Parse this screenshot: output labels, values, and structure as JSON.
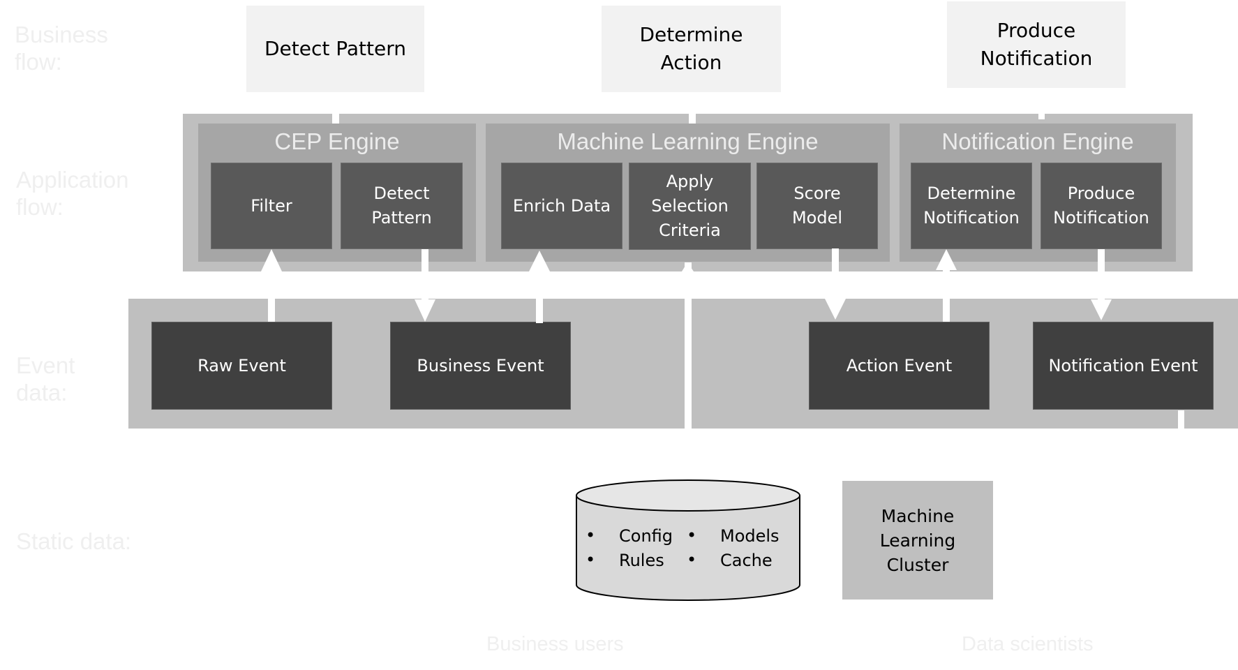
{
  "row_labels": {
    "business_flow": "Business\nflow:",
    "application_flow": "Application\nflow:",
    "event_data": "Event\ndata:",
    "static_data": "Static data:"
  },
  "business_flow": [
    {
      "label": "Detect Pattern"
    },
    {
      "label": "Determine\nAction"
    },
    {
      "label": "Produce\nNotification"
    }
  ],
  "engines": [
    {
      "title": "CEP Engine",
      "steps": [
        {
          "label": "Filter"
        },
        {
          "label": "Detect\nPattern"
        }
      ]
    },
    {
      "title": "Machine Learning Engine",
      "steps": [
        {
          "label": "Enrich Data"
        },
        {
          "label": "Apply\nSelection\nCriteria"
        },
        {
          "label": "Score\nModel"
        }
      ]
    },
    {
      "title": "Notification Engine",
      "steps": [
        {
          "label": "Determine\nNotification"
        },
        {
          "label": "Produce\nNotification"
        }
      ]
    }
  ],
  "events": [
    {
      "label": "Raw Event"
    },
    {
      "label": "Business Event"
    },
    {
      "label": "Action Event"
    },
    {
      "label": "Notification Event"
    }
  ],
  "static_data": {
    "datastore_items_left": [
      "Config",
      "Rules"
    ],
    "datastore_items_right": [
      "Models",
      "Cache"
    ],
    "bullet": "•",
    "cluster_label": "Machine\nLearning\nCluster"
  },
  "actors": {
    "business_users": "Business users",
    "data_scientists": "Data scientists"
  },
  "colors": {
    "business_box": "#f2f2f2",
    "app_outer": "#bfbfbf",
    "engine": "#a6a6a6",
    "step": "#595959",
    "event": "#404040",
    "label_faint": "#efefef"
  }
}
